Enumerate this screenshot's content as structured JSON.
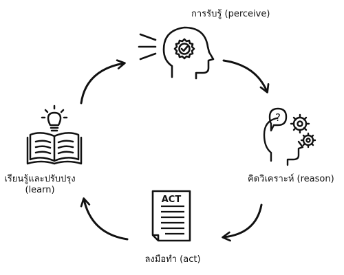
{
  "diagram": {
    "steps": [
      {
        "id": "perceive",
        "label": "การรับรู้ (perceive)",
        "icon": "head-gear-check-icon"
      },
      {
        "id": "reason",
        "label": "คิดวิเคราะห์ (reason)",
        "icon": "head-question-gears-icon"
      },
      {
        "id": "act",
        "label_line1": "ลงมือทำ (act)",
        "icon": "act-document-icon",
        "doc_text": "ACT"
      },
      {
        "id": "learn",
        "label_line1": "เรียนรู้และปรับปรุง",
        "label_line2": "(learn)",
        "icon": "open-book-lightbulb-icon"
      }
    ],
    "colors": {
      "stroke": "#111111",
      "background": "#ffffff"
    }
  }
}
